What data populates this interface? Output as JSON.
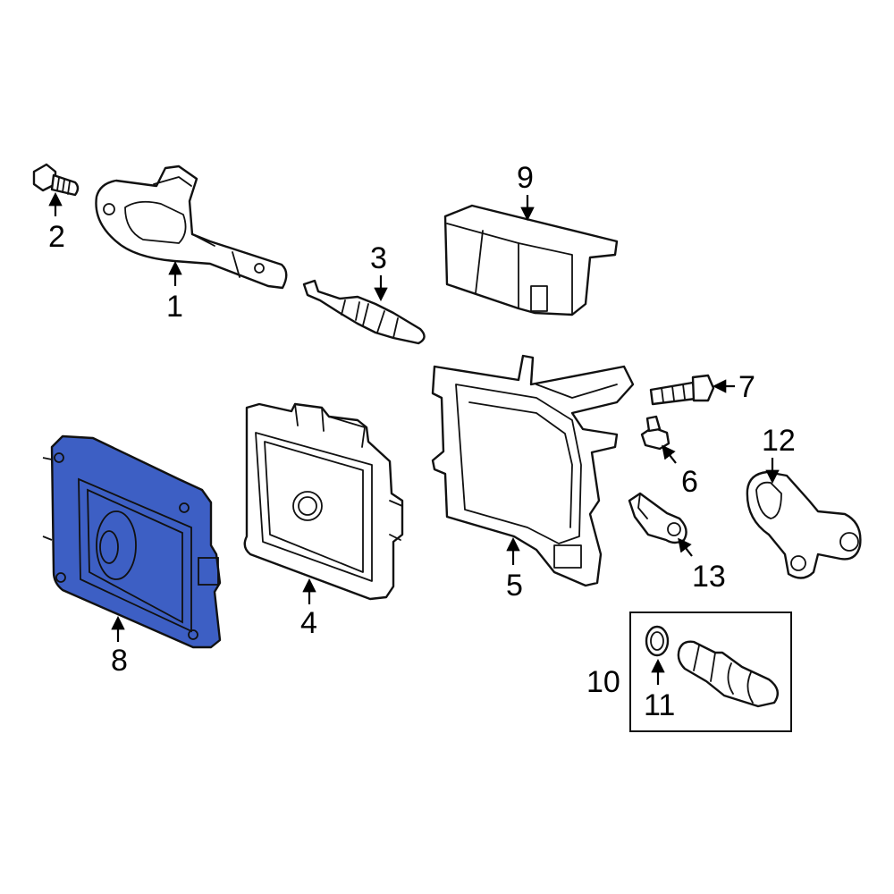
{
  "colors": {
    "highlight": "#3d5fc4",
    "line": "#111111",
    "background": "#ffffff"
  },
  "callouts": {
    "c1": "1",
    "c2": "2",
    "c3": "3",
    "c4": "4",
    "c5": "5",
    "c6": "6",
    "c7": "7",
    "c8": "8",
    "c9": "9",
    "c10": "10",
    "c11": "11",
    "c12": "12",
    "c13": "13"
  },
  "highlighted_part": "8"
}
